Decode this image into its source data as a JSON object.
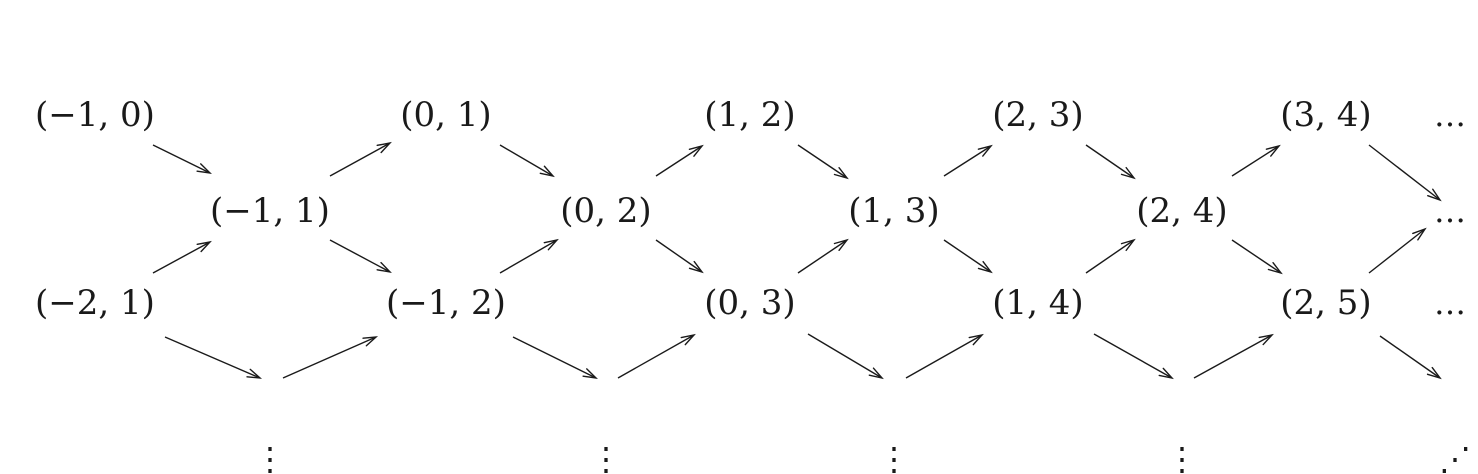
{
  "diagram": {
    "nodes": [
      {
        "id": "n-m1-0",
        "label": "(−1, 0)"
      },
      {
        "id": "n-0-1",
        "label": "(0, 1)"
      },
      {
        "id": "n-1-2",
        "label": "(1, 2)"
      },
      {
        "id": "n-2-3",
        "label": "(2, 3)"
      },
      {
        "id": "n-3-4",
        "label": "(3, 4)"
      },
      {
        "id": "n-m1-1",
        "label": "(−1, 1)"
      },
      {
        "id": "n-0-2",
        "label": "(0, 2)"
      },
      {
        "id": "n-1-3",
        "label": "(1, 3)"
      },
      {
        "id": "n-2-4",
        "label": "(2, 4)"
      },
      {
        "id": "n-m2-1",
        "label": "(−2, 1)"
      },
      {
        "id": "n-m1-2",
        "label": "(−1, 2)"
      },
      {
        "id": "n-0-3",
        "label": "(0, 3)"
      },
      {
        "id": "n-1-4",
        "label": "(1, 4)"
      },
      {
        "id": "n-2-5",
        "label": "(2, 5)"
      }
    ],
    "continuation": {
      "horizontal": "…",
      "vertical": "⋮",
      "diagonal": "⋰"
    }
  }
}
